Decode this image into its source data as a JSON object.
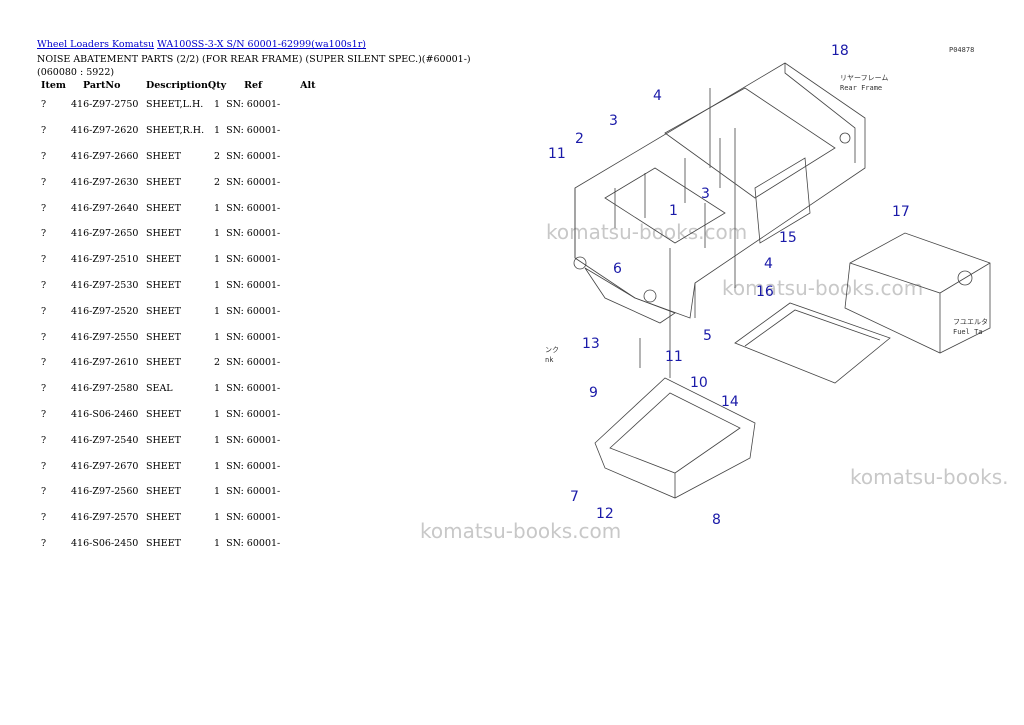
{
  "breadcrumb": {
    "link1": "Wheel Loaders Komatsu",
    "link2": "WA100SS-3-X S/N 60001-62999(wa100s1r)"
  },
  "title": "NOISE ABATEMENT PARTS (2/2) (FOR REAR FRAME) (SUPER SILENT SPEC.)(#60001-)(060080 : 5922)",
  "table": {
    "headers": [
      "Item",
      "PartNo",
      "Description",
      "Qty",
      "Ref",
      "Alt"
    ],
    "rows": [
      {
        "item": "?",
        "part": "416-Z97-2750",
        "desc": "SHEET,L.H.",
        "qty": "1",
        "ref": "SN: 60001-"
      },
      {
        "item": "?",
        "part": "416-Z97-2620",
        "desc": "SHEET,R.H.",
        "qty": "1",
        "ref": "SN: 60001-"
      },
      {
        "item": "?",
        "part": "416-Z97-2660",
        "desc": "SHEET",
        "qty": "2",
        "ref": "SN: 60001-"
      },
      {
        "item": "?",
        "part": "416-Z97-2630",
        "desc": "SHEET",
        "qty": "2",
        "ref": "SN: 60001-"
      },
      {
        "item": "?",
        "part": "416-Z97-2640",
        "desc": "SHEET",
        "qty": "1",
        "ref": "SN: 60001-"
      },
      {
        "item": "?",
        "part": "416-Z97-2650",
        "desc": "SHEET",
        "qty": "1",
        "ref": "SN: 60001-"
      },
      {
        "item": "?",
        "part": "416-Z97-2510",
        "desc": "SHEET",
        "qty": "1",
        "ref": "SN: 60001-"
      },
      {
        "item": "?",
        "part": "416-Z97-2530",
        "desc": "SHEET",
        "qty": "1",
        "ref": "SN: 60001-"
      },
      {
        "item": "?",
        "part": "416-Z97-2520",
        "desc": "SHEET",
        "qty": "1",
        "ref": "SN: 60001-"
      },
      {
        "item": "?",
        "part": "416-Z97-2550",
        "desc": "SHEET",
        "qty": "1",
        "ref": "SN: 60001-"
      },
      {
        "item": "?",
        "part": "416-Z97-2610",
        "desc": "SHEET",
        "qty": "2",
        "ref": "SN: 60001-"
      },
      {
        "item": "?",
        "part": "416-Z97-2580",
        "desc": "SEAL",
        "qty": "1",
        "ref": "SN: 60001-"
      },
      {
        "item": "?",
        "part": "416-S06-2460",
        "desc": "SHEET",
        "qty": "1",
        "ref": "SN: 60001-"
      },
      {
        "item": "?",
        "part": "416-Z97-2540",
        "desc": "SHEET",
        "qty": "1",
        "ref": "SN: 60001-"
      },
      {
        "item": "?",
        "part": "416-Z97-2670",
        "desc": "SHEET",
        "qty": "1",
        "ref": "SN: 60001-"
      },
      {
        "item": "?",
        "part": "416-Z97-2560",
        "desc": "SHEET",
        "qty": "1",
        "ref": "SN: 60001-"
      },
      {
        "item": "?",
        "part": "416-Z97-2570",
        "desc": "SHEET",
        "qty": "1",
        "ref": "SN: 60001-"
      },
      {
        "item": "?",
        "part": "416-S06-2450",
        "desc": "SHEET",
        "qty": "1",
        "ref": "SN: 60001-"
      }
    ]
  },
  "watermarks": [
    "komatsu-books.com",
    "komatsu-books.com",
    "komatsu-books.",
    "komatsu-books.com"
  ],
  "diagram": {
    "code": "P04878",
    "labels": {
      "rear_frame_jp": "リヤーフレーム",
      "rear_frame_en": "Rear Frame",
      "fuel_tank_jp": "フユエルタ",
      "fuel_tank_en": "Fuel Ta",
      "tank_jp": "ンク",
      "tank_en": "nk"
    },
    "callouts": [
      "18",
      "4",
      "3",
      "2",
      "11",
      "3",
      "1",
      "15",
      "17",
      "4",
      "6",
      "16",
      "13",
      "5",
      "11",
      "10",
      "9",
      "14",
      "7",
      "12",
      "8"
    ]
  }
}
